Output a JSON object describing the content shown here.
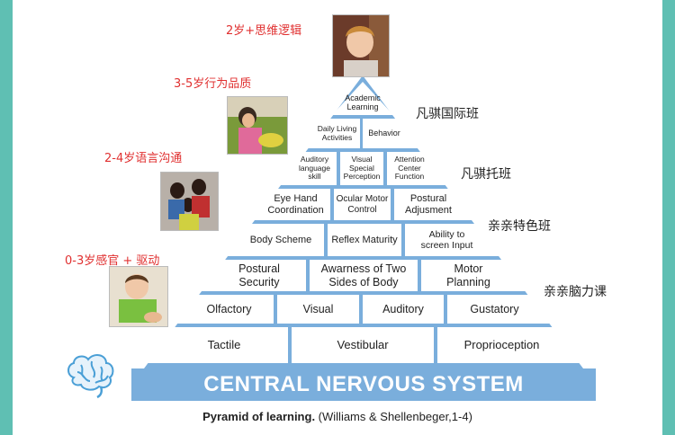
{
  "colors": {
    "accent": "#7aaedc",
    "frame": "#5fbfb3",
    "age_text": "#e03030"
  },
  "age_labels": [
    "2岁+思维逻辑",
    "3-5岁行为品质",
    "2-4岁语言沟通",
    "0-3岁感官 + 驱动"
  ],
  "class_labels": [
    "凡骐国际班",
    "凡骐托班",
    "亲亲特色班",
    "亲亲脑力课"
  ],
  "pyramid": {
    "academic": "Academic\nLearning",
    "daily_living": "Daily Living\nActivities",
    "behavior": "Behavior",
    "auditory_language": "Auditory\nlanguage\nskill",
    "visual_perception": "Visual\nSpecial\nPerception",
    "attention": "Attention\nCenter\nFunction",
    "eye_hand": "Eye Hand\nCoordination",
    "ocular_motor": "Ocular Motor\nControl",
    "postural_adjusment": "Postural\nAdjusment",
    "body_scheme": "Body Scheme",
    "reflex_maturity": "Reflex Maturity",
    "ability_screen": "Ability to\nscreen Input",
    "postural_security": "Postural\nSecurity",
    "awareness": "Awarness of Two\nSides of Body",
    "motor_planning": "Motor\nPlanning",
    "olfactory": "Olfactory",
    "visual": "Visual",
    "auditory": "Auditory",
    "gustatory": "Gustatory",
    "tactile": "Tactile",
    "vestibular": "Vestibular",
    "proprioception": "Proprioception"
  },
  "base_label": "CENTRAL NERVOUS SYSTEM",
  "caption": {
    "bold": "Pyramid of learning.",
    "normal": " (Williams & Shellenbeger,1-4)"
  },
  "icons": [
    "brain-icon"
  ]
}
